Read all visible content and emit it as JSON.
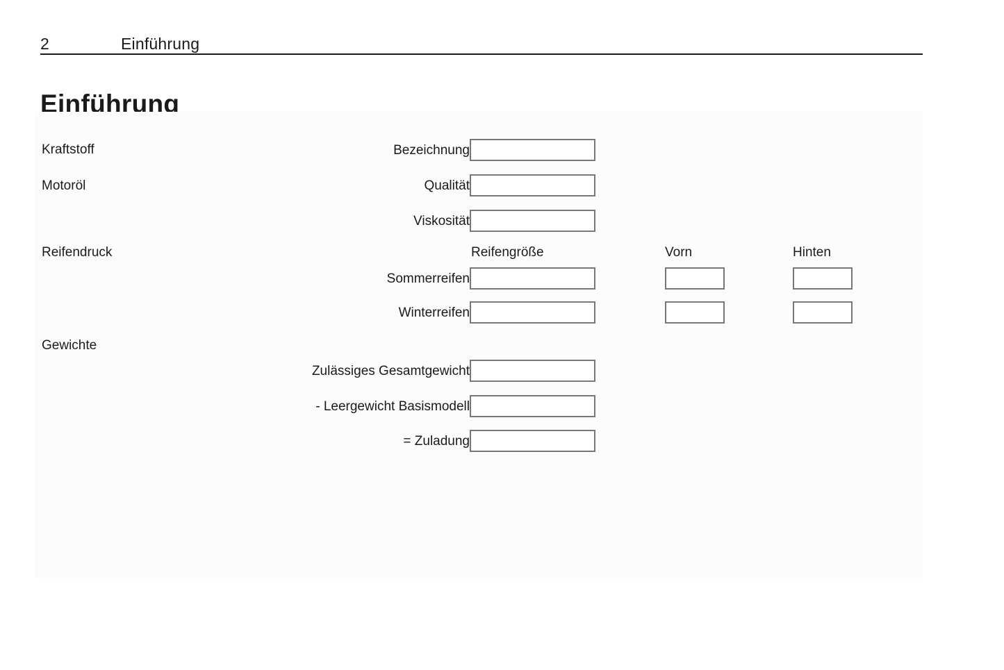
{
  "header": {
    "page_number": "2",
    "chapter": "Einführung"
  },
  "title": "Einführung",
  "sections": {
    "fuel": {
      "label": "Kraftstoff",
      "rows": [
        {
          "label": "Bezeichnung",
          "value": ""
        }
      ]
    },
    "engine_oil": {
      "label": "Motoröl",
      "rows": [
        {
          "label": "Qualität",
          "value": ""
        },
        {
          "label": "Viskosität",
          "value": ""
        }
      ]
    },
    "tire_pressure": {
      "label": "Reifendruck",
      "column_headers": {
        "size": "Reifengröße",
        "front": "Vorn",
        "rear": "Hinten"
      },
      "rows": [
        {
          "label": "Sommerreifen",
          "size": "",
          "front": "",
          "rear": ""
        },
        {
          "label": "Winterreifen",
          "size": "",
          "front": "",
          "rear": ""
        }
      ]
    },
    "weights": {
      "label": "Gewichte",
      "rows": [
        {
          "label": "Zulässiges Gesamtgewicht",
          "value": ""
        },
        {
          "label": "- Leergewicht Basismodell",
          "value": ""
        },
        {
          "label": "= Zuladung",
          "value": ""
        }
      ]
    }
  },
  "colors": {
    "text": "#1a1a1a",
    "rule": "#1a1a1a",
    "box_border": "#777777",
    "panel_background": "#fcfcfc",
    "page_background": "#ffffff"
  }
}
